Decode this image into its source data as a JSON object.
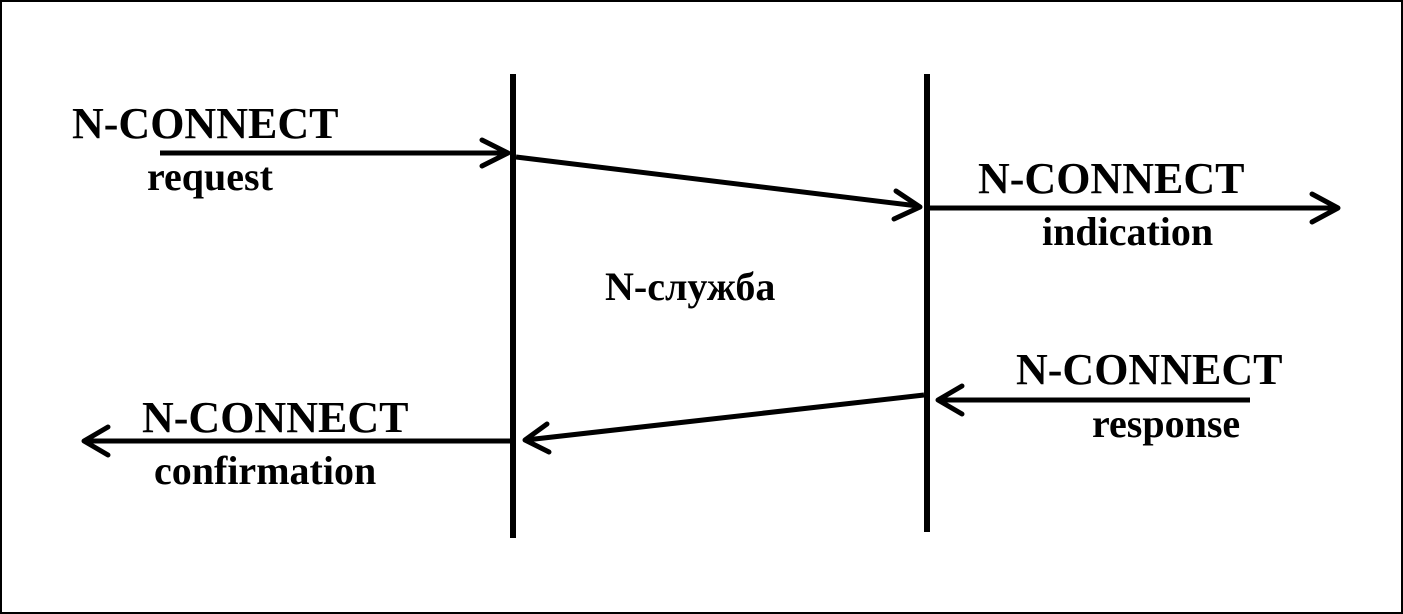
{
  "diagram": {
    "center_label": "N-служба",
    "primitives": [
      {
        "id": "request",
        "line1": "N-CONNECT",
        "line2": "request"
      },
      {
        "id": "indication",
        "line1": "N-CONNECT",
        "line2": "indication"
      },
      {
        "id": "response",
        "line1": "N-CONNECT",
        "line2": "response"
      },
      {
        "id": "confirmation",
        "line1": "N-CONNECT",
        "line2": "confirmation"
      }
    ]
  }
}
